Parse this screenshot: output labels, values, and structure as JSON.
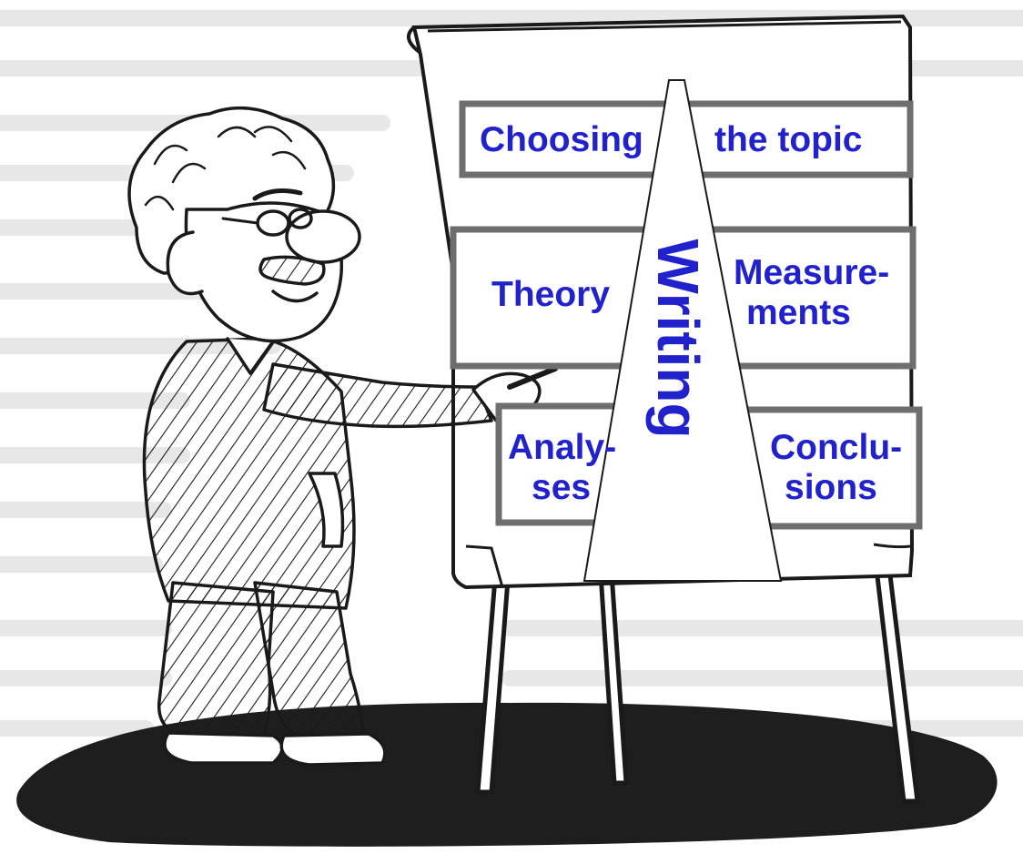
{
  "boxes": {
    "choosing_part1": "Choosing",
    "choosing_part2": "the topic",
    "theory": "Theory",
    "measurements_line1": "Measure-",
    "measurements_line2": "ments",
    "analyses_line1": "Analy-",
    "analyses_line2": "ses",
    "conclusions_line1": "Conclu-",
    "conclusions_line2": "sions"
  },
  "center": {
    "writing": "Writing"
  },
  "colors": {
    "label_text": "#2222cc",
    "box_border": "#6e6e6e",
    "box_fill": "#ffffff",
    "ground": "#1e1e1e",
    "background_text": "#d0d0d0"
  },
  "illustration": {
    "subject": "cartoon-man-at-flipchart"
  }
}
